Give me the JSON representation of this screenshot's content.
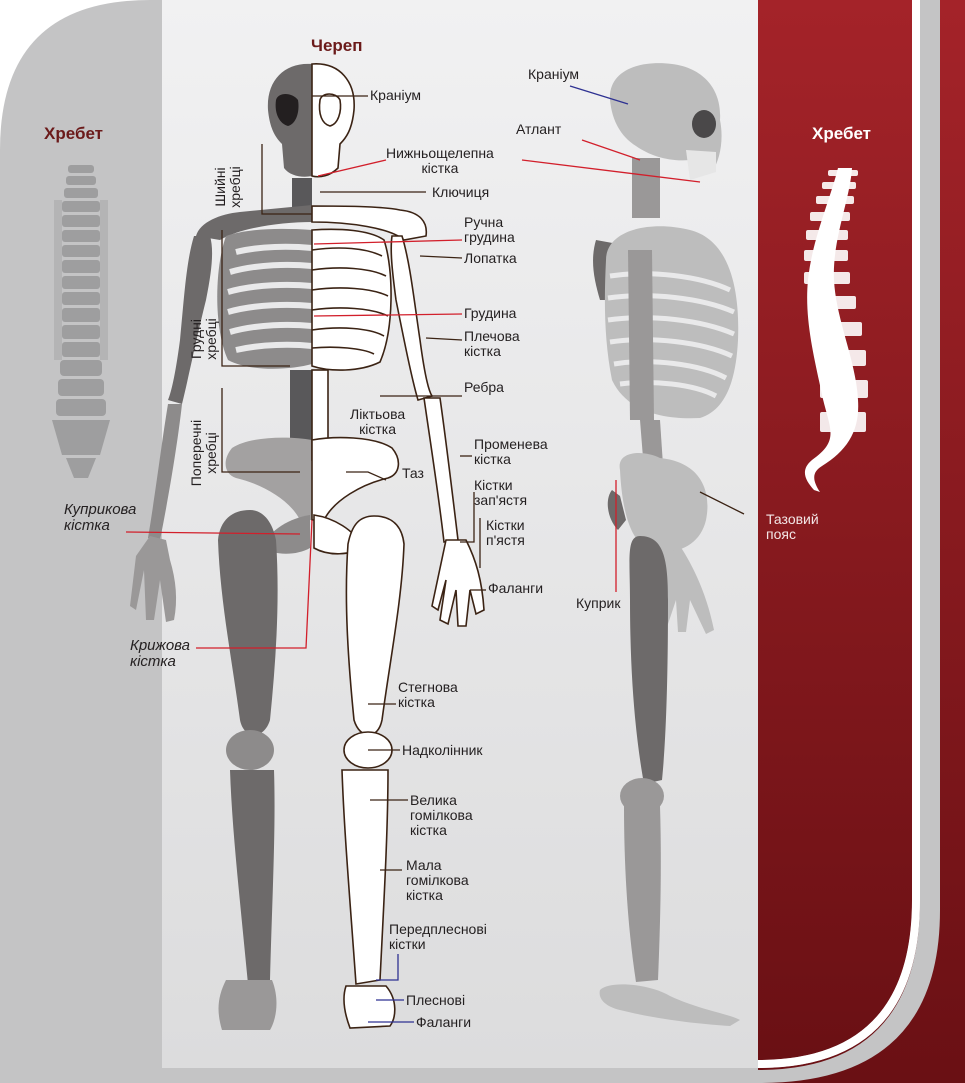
{
  "headers": {
    "skull": "Череп",
    "spine_left": "Хребет",
    "spine_right": "Хребет"
  },
  "vertical_labels": {
    "cervical": [
      "Шийні",
      "хребці"
    ],
    "thoracic": [
      "Грудні",
      "хребці"
    ],
    "lumbar": [
      "Поперечні",
      "хребці"
    ]
  },
  "front_labels": {
    "cranium": "Краніум",
    "mandible": [
      "Нижньощелепна",
      "кістка"
    ],
    "clavicle": "Ключиця",
    "manubrium": [
      "Ручна",
      "грудина"
    ],
    "scapula": "Лопатка",
    "sternum": "Грудина",
    "humerus": [
      "Плечова",
      "кістка"
    ],
    "ribs": "Ребра",
    "ulna": [
      "Ліктьова",
      "кістка"
    ],
    "radius": [
      "Променева",
      "кістка"
    ],
    "pelvis": "Таз",
    "carpals": [
      "Кістки",
      "зап'ястя"
    ],
    "metacarpals": [
      "Кістки",
      "п'ястя"
    ],
    "phalanges_hand": "Фаланги",
    "coccyx": [
      "Куприкова",
      "кістка"
    ],
    "sacrum": [
      "Крижова",
      "кістка"
    ],
    "femur": [
      "Стегнова",
      "кістка"
    ],
    "patella": "Надколінник",
    "tibia": [
      "Велика",
      "гомілкова",
      "кістка"
    ],
    "fibula": [
      "Мала",
      "гомілкова",
      "кістка"
    ],
    "tarsals": [
      "Передплеснові",
      "кістки"
    ],
    "metatarsals": "Плеснові",
    "phalanges_foot": "Фаланги"
  },
  "side_labels": {
    "cranium": "Краніум",
    "atlas": "Атлант",
    "pelvic_girdle": [
      "Тазовий",
      "пояс"
    ],
    "coccyx": "Куприк"
  },
  "colors": {
    "red_panel": "#8e1c22",
    "grey_panel": "#c4c4c5",
    "center_panel": "#e9e9ea",
    "bone_dark": "#6d6a6a",
    "bone_light": "#cfcfcf",
    "leader_red": "#d21f2b",
    "leader_dark": "#3b2314",
    "leader_navy": "#2e3192"
  }
}
